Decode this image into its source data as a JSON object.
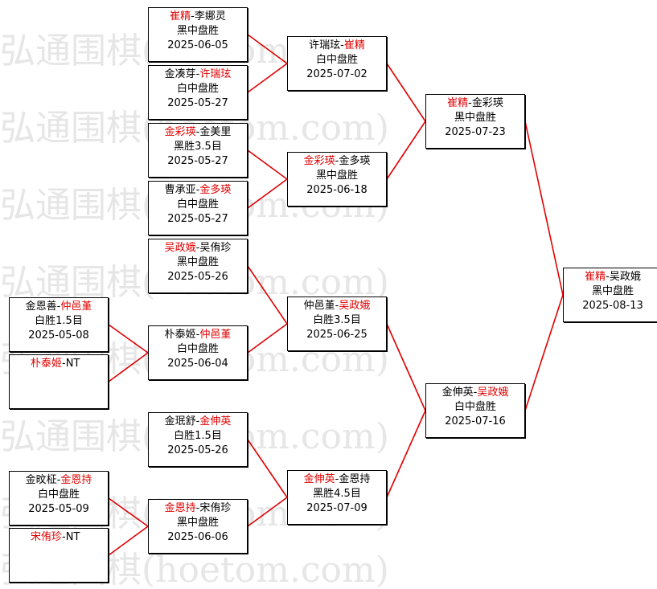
{
  "watermark": "弘通围棋(hoetom.com)",
  "accent": "#e00000",
  "matches": {
    "r1_1": {
      "p1": "金恩善",
      "p2": "仲邑堇",
      "winner": 2,
      "result": "白胜1.5目",
      "date": "2025-05-08"
    },
    "r1_2": {
      "p1": "朴泰姬",
      "p2": "NT",
      "winner": 1,
      "result": "",
      "date": ""
    },
    "r1_3": {
      "p1": "金旼柾",
      "p2": "金恩持",
      "winner": 2,
      "result": "白中盘胜",
      "date": "2025-05-09"
    },
    "r1_4": {
      "p1": "宋侑珍",
      "p2": "NT",
      "winner": 1,
      "result": "",
      "date": ""
    },
    "r2_1": {
      "p1": "崔精",
      "p2": "李娜灵",
      "winner": 1,
      "result": "黑中盘胜",
      "date": "2025-06-05"
    },
    "r2_2": {
      "p1": "金凑芽",
      "p2": "许瑞玹",
      "winner": 2,
      "result": "白中盘胜",
      "date": "2025-05-27"
    },
    "r2_3": {
      "p1": "金彩瑛",
      "p2": "金美里",
      "winner": 1,
      "result": "黑胜3.5目",
      "date": "2025-05-27"
    },
    "r2_4": {
      "p1": "曹承亚",
      "p2": "金多瑛",
      "winner": 2,
      "result": "白中盘胜",
      "date": "2025-05-27"
    },
    "r2_5": {
      "p1": "吴政娥",
      "p2": "吴侑珍",
      "winner": 1,
      "result": "黑中盘胜",
      "date": "2025-05-26"
    },
    "r2_6": {
      "p1": "朴泰姬",
      "p2": "仲邑堇",
      "winner": 2,
      "result": "白中盘胜",
      "date": "2025-06-04"
    },
    "r2_7": {
      "p1": "金珉舒",
      "p2": "金伸英",
      "winner": 2,
      "result": "白胜1.5目",
      "date": "2025-05-26"
    },
    "r2_8": {
      "p1": "金恩持",
      "p2": "宋侑珍",
      "winner": 1,
      "result": "黑中盘胜",
      "date": "2025-06-06"
    },
    "r3_1": {
      "p1": "许瑞玹",
      "p2": "崔精",
      "winner": 2,
      "result": "白中盘胜",
      "date": "2025-07-02"
    },
    "r3_2": {
      "p1": "金彩瑛",
      "p2": "金多瑛",
      "winner": 1,
      "result": "黑中盘胜",
      "date": "2025-06-18"
    },
    "r3_3": {
      "p1": "仲邑堇",
      "p2": "吴政娥",
      "winner": 2,
      "result": "白胜3.5目",
      "date": "2025-06-25"
    },
    "r3_4": {
      "p1": "金伸英",
      "p2": "金恩持",
      "winner": 1,
      "result": "黑胜4.5目",
      "date": "2025-07-09"
    },
    "r4_1": {
      "p1": "崔精",
      "p2": "金彩瑛",
      "winner": 1,
      "result": "黑中盘胜",
      "date": "2025-07-23"
    },
    "r4_2": {
      "p1": "金伸英",
      "p2": "吴政娥",
      "winner": 2,
      "result": "白中盘胜",
      "date": "2025-07-16"
    },
    "final": {
      "p1": "崔精",
      "p2": "吴政娥",
      "winner": 1,
      "result": "黑中盘胜",
      "date": "2025-08-13"
    }
  }
}
